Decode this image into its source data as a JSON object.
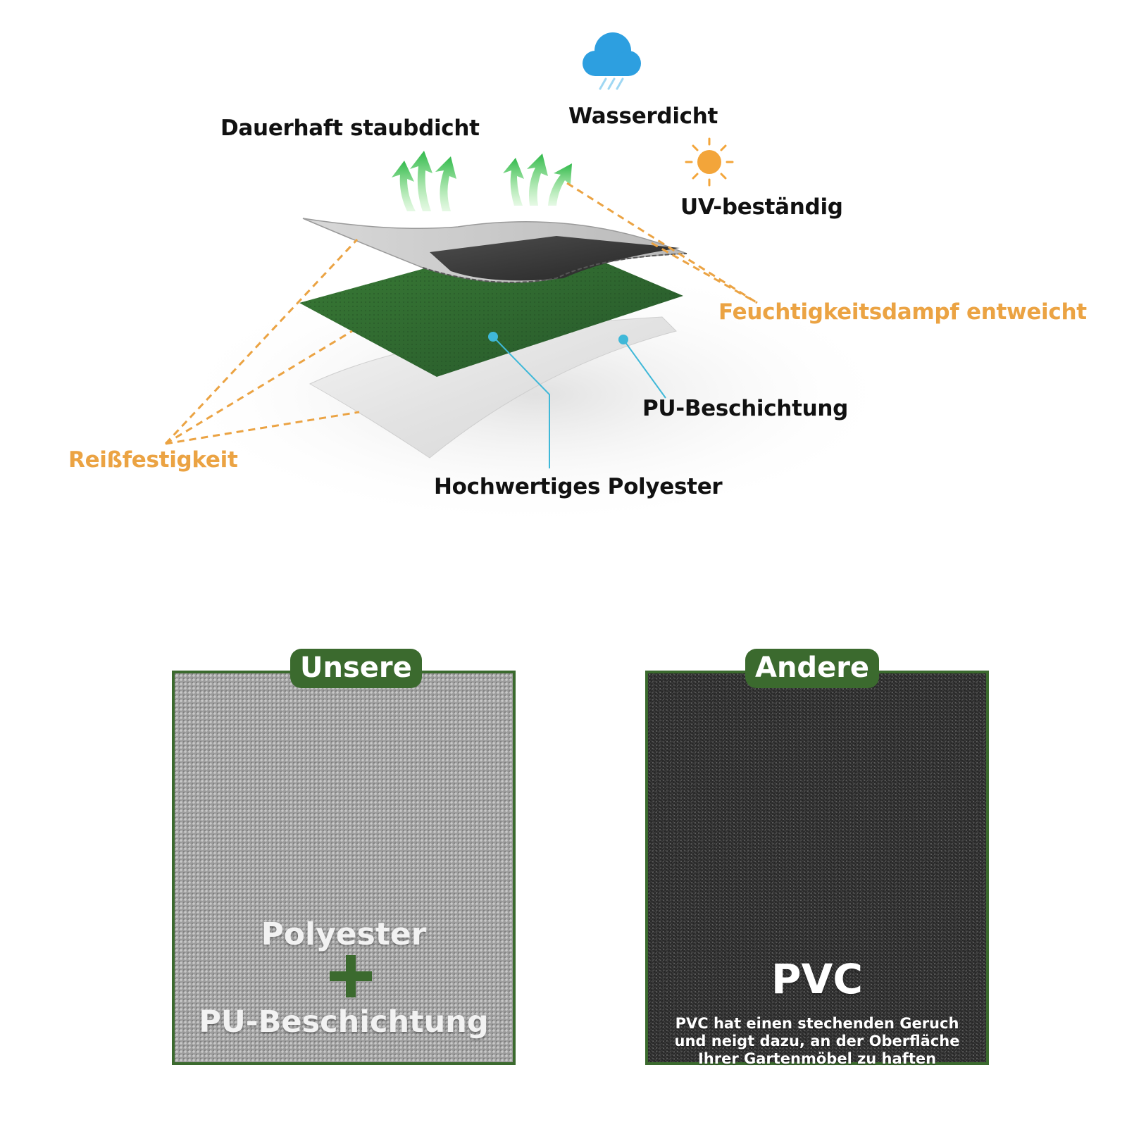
{
  "top": {
    "label_dustproof": "Dauerhaft staubdicht",
    "label_waterproof": "Wasserdicht",
    "label_uv": "UV-beständig",
    "label_vapor": "Feuchtigkeitsdampf entweicht",
    "label_pu": "PU-Beschichtung",
    "label_polyester": "Hochwertiges Polyester",
    "label_tear": "Reißfestigkeit",
    "icons": [
      "rain-cloud-icon",
      "sun-icon",
      "up-arrows-icon"
    ],
    "colors": {
      "orange": "#eba343",
      "green": "#3b6a2e",
      "cyan": "#3fb8d8",
      "blue": "#2d9fe0"
    }
  },
  "comparison": {
    "ours": {
      "tab": "Unsere",
      "line1": "Polyester",
      "line2": "PU-Beschichtung"
    },
    "others": {
      "tab": "Andere",
      "title": "PVC",
      "description": "PVC hat einen stechenden Geruch und neigt dazu, an der Oberfläche Ihrer Gartenmöbel zu haften"
    }
  }
}
